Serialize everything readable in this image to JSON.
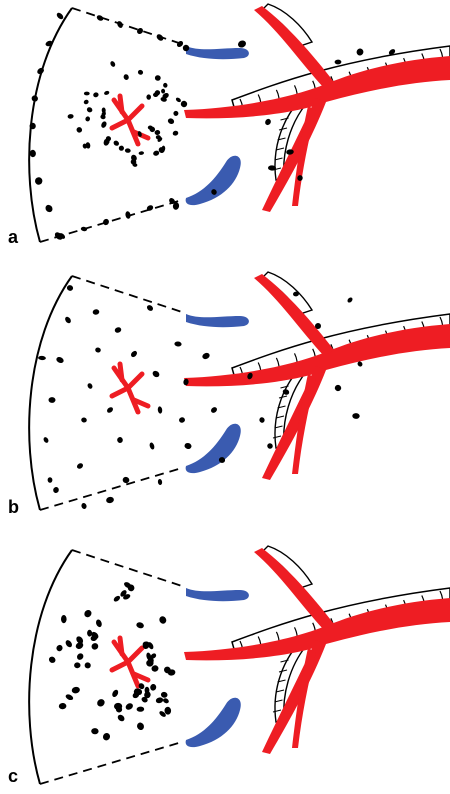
{
  "colors": {
    "artery": "#ee1d23",
    "vein": "#3a5bb0",
    "outline": "#000000",
    "background": "#ffffff"
  },
  "panels": [
    {
      "label": "a",
      "pattern": "perilobular-centrilobular"
    },
    {
      "label": "b",
      "pattern": "random"
    },
    {
      "label": "c",
      "pattern": "centrilobular"
    }
  ]
}
